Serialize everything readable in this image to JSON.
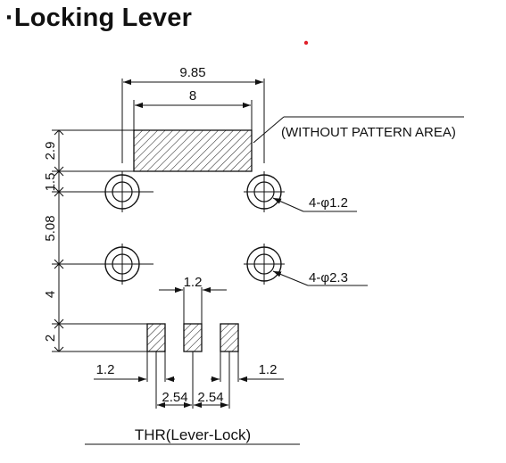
{
  "title": "·Locking Lever",
  "colors": {
    "ink": "#111111",
    "accent_dot": "#e0202a",
    "background": "#ffffff"
  },
  "dimensions": {
    "overall_width": "9.85",
    "pattern_width": "8",
    "h_2_9": "2.9",
    "h_1_5": "1.5",
    "h_5_08": "5.08",
    "h_4": "4",
    "h_2": "2",
    "pad_width": "1.2",
    "left_offset": "1.2",
    "right_offset": "1.2",
    "pitch_left": "2.54",
    "pitch_right": "2.54"
  },
  "notes": {
    "without_pattern": "(WITHOUT PATTERN AREA)",
    "small_holes": "4-φ1.2",
    "large_holes": "4-φ2.3"
  },
  "caption": "THR(Lever-Lock)"
}
